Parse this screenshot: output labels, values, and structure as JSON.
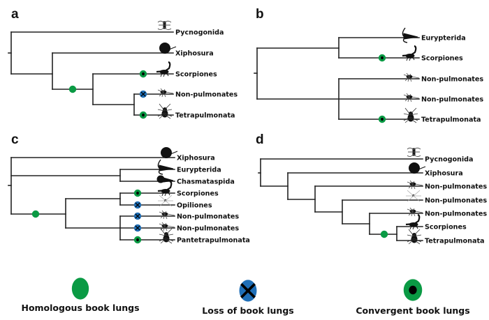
{
  "figure": {
    "colors": {
      "homologous": "#0a9a44",
      "loss": "#1f6fb8",
      "convergent_outer": "#0a9a44",
      "convergent_inner": "#000000",
      "branch": "#222222",
      "text": "#111111"
    },
    "panels": [
      {
        "label": "a",
        "taxa": [
          {
            "name": "Pycnogonida",
            "icon": "sea-spider-icon"
          },
          {
            "name": "Xiphosura",
            "icon": "horseshoe-crab-icon"
          },
          {
            "name": "Scorpiones",
            "icon": "scorpion-icon",
            "marker": "convergent"
          },
          {
            "name": "Non-pulmonates",
            "icon": "arachnid-icon",
            "marker": "loss"
          },
          {
            "name": "Tetrapulmonata",
            "icon": "spider-icon",
            "marker": "convergent"
          }
        ],
        "internal_markers": [
          {
            "type": "homologous",
            "clade": [
              "Scorpiones",
              "Non-pulmonates",
              "Tetrapulmonata"
            ]
          }
        ]
      },
      {
        "label": "b",
        "taxa": [
          {
            "name": "Eurypterida",
            "icon": "eurypterid-icon"
          },
          {
            "name": "Scorpiones",
            "icon": "scorpion-icon",
            "marker": "convergent"
          },
          {
            "name": "Non-pulmonates",
            "icon": "arachnid-icon"
          },
          {
            "name": "Non-pulmonates",
            "icon": "arachnid-icon"
          },
          {
            "name": "Tetrapulmonata",
            "icon": "spider-icon",
            "marker": "convergent"
          }
        ],
        "internal_markers": []
      },
      {
        "label": "c",
        "taxa": [
          {
            "name": "Xiphosura",
            "icon": "horseshoe-crab-icon"
          },
          {
            "name": "Eurypterida",
            "icon": "eurypterid-icon"
          },
          {
            "name": "Chasmataspida",
            "icon": "chasmataspid-icon"
          },
          {
            "name": "Scorpiones",
            "icon": "scorpion-icon",
            "marker": "convergent"
          },
          {
            "name": "Opiliones",
            "icon": "harvestman-icon",
            "marker": "loss"
          },
          {
            "name": "Non-pulmonates",
            "icon": "arachnid-icon",
            "marker": "loss"
          },
          {
            "name": "Non-pulmonates",
            "icon": "arachnid-icon",
            "marker": "loss"
          },
          {
            "name": "Pantetrapulmonata",
            "icon": "spider-icon",
            "marker": "convergent"
          }
        ],
        "internal_markers": [
          {
            "type": "homologous",
            "clade": [
              "Scorpiones",
              "Opiliones",
              "Non-pulmonates",
              "Non-pulmonates",
              "Pantetrapulmonata"
            ]
          }
        ]
      },
      {
        "label": "d",
        "taxa": [
          {
            "name": "Pycnogonida",
            "icon": "sea-spider-icon"
          },
          {
            "name": "Xiphosura",
            "icon": "horseshoe-crab-icon"
          },
          {
            "name": "Non-pulmonates",
            "icon": "arachnid-icon"
          },
          {
            "name": "Non-pulmonates",
            "icon": "harvestman-icon"
          },
          {
            "name": "Non-pulmonates",
            "icon": "arachnid-icon"
          },
          {
            "name": "Scorpiones",
            "icon": "scorpion-icon"
          },
          {
            "name": "Tetrapulmonata",
            "icon": "spider-icon"
          }
        ],
        "internal_markers": [
          {
            "type": "homologous",
            "clade": [
              "Scorpiones",
              "Tetrapulmonata"
            ]
          }
        ]
      }
    ],
    "legend": [
      {
        "type": "homologous",
        "label": "Homologous book lungs"
      },
      {
        "type": "loss",
        "label": "Loss of book lungs"
      },
      {
        "type": "convergent",
        "label": "Convergent book lungs"
      }
    ]
  }
}
